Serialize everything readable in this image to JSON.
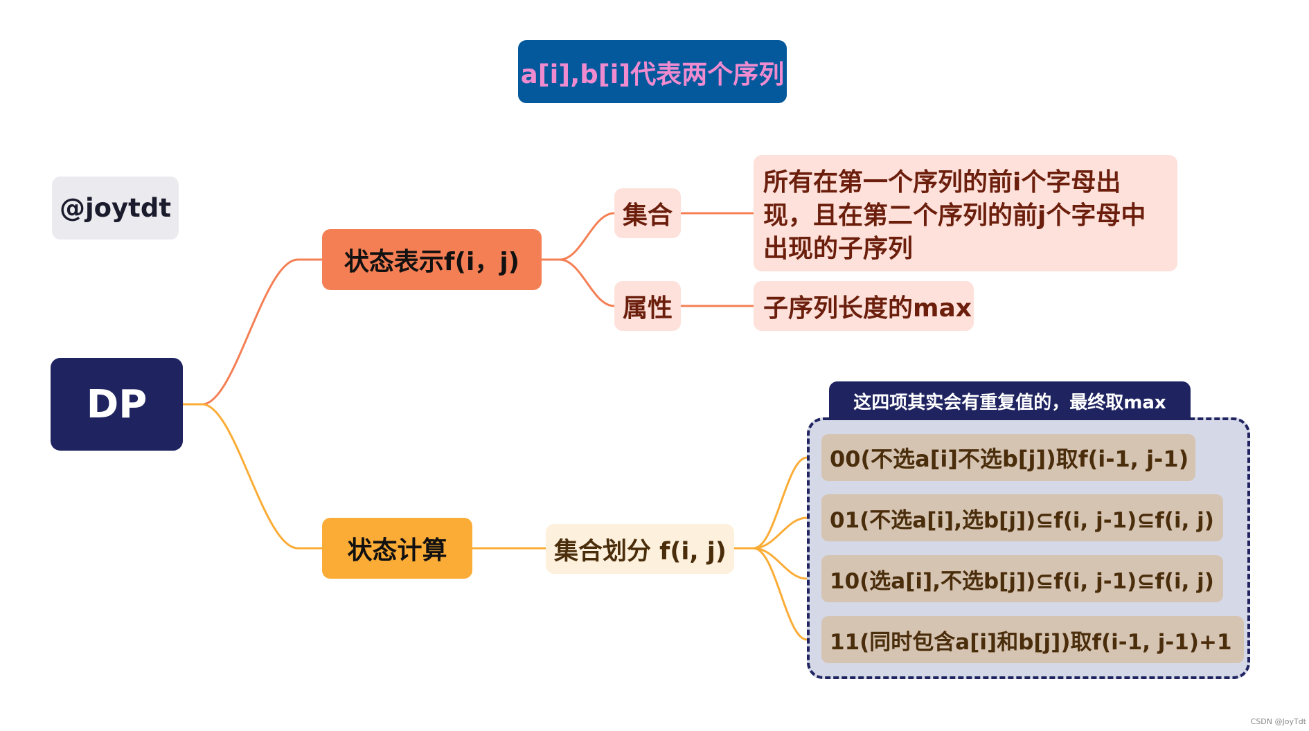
{
  "title": "a[i],b[i]代表两个序列",
  "watermark": "@joytdt",
  "root": "DP",
  "state_representation": {
    "label": "状态表示f(i，j)",
    "set_label": "集合",
    "set_description": "所有在第一个序列的前i个字母出现，且在第二个序列的前j个字母中出现的子序列",
    "attribute_label": "属性",
    "attribute_description": "子序列长度的max"
  },
  "state_computation": {
    "label": "状态计算",
    "partition_label": "集合划分  f(i, j)",
    "group_label": "这四项其实会有重复值的，最终取max",
    "cases": [
      "00(不选a[i]不选b[j])取f(i-1, j-1)",
      "01(不选a[i],选b[j])⊆f(i, j-1)⊆f(i, j)",
      "10(选a[i],不选b[j])⊆f(i, j-1)⊆f(i, j)",
      "11(同时包含a[i]和b[j])取f(i-1, j-1)+1"
    ]
  },
  "credit": "CSDN @JoyTdt",
  "colors": {
    "root": "#1f2461",
    "branch_orange": "#f57f54",
    "branch_yellow": "#fbac36",
    "title_bg": "#04599c",
    "title_text": "#f08bd0"
  }
}
